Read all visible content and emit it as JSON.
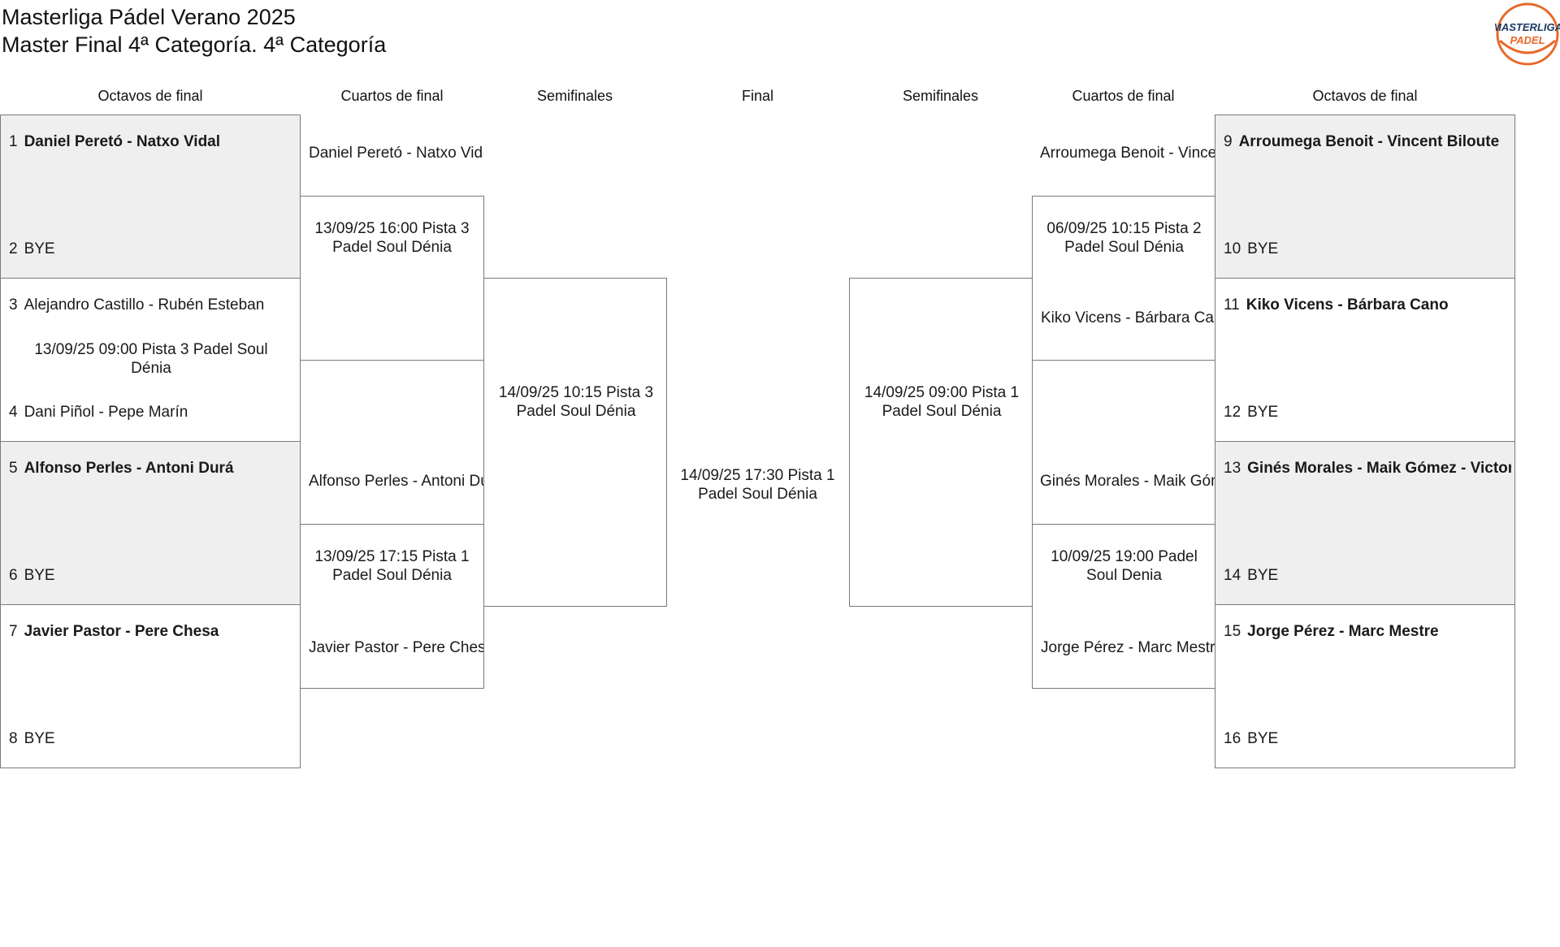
{
  "title": {
    "line1": "Masterliga Pádel Verano 2025",
    "line2": "Master Final 4ª Categoría. 4ª Categoría"
  },
  "logo": {
    "line1": "MASTERLIGA",
    "line2": "PADEL",
    "accent": "#e8692a",
    "primary": "#1d3a63"
  },
  "headers": {
    "left_r16": "Octavos de final",
    "left_qf": "Cuartos de final",
    "left_sf": "Semifinales",
    "final": "Final",
    "right_sf": "Semifinales",
    "right_qf": "Cuartos de final",
    "right_r16": "Octavos de final"
  },
  "colors": {
    "border": "#7a7a7a",
    "shade": "#efefef"
  },
  "left_r16": [
    {
      "top_seed": "1",
      "top_name": "Daniel Peretó - Natxo Vidal",
      "bottom_seed": "2",
      "bottom_name": "BYE",
      "schedule": ""
    },
    {
      "top_seed": "3",
      "top_name": "Alejandro Castillo - Rubén Esteban",
      "bottom_seed": "4",
      "bottom_name": "Dani Piñol - Pepe Marín",
      "schedule": "13/09/25 09:00 Pista 3 Padel Soul Dénia"
    },
    {
      "top_seed": "5",
      "top_name": "Alfonso Perles - Antoni Durá",
      "bottom_seed": "6",
      "bottom_name": "BYE",
      "schedule": ""
    },
    {
      "top_seed": "7",
      "top_name": "Javier Pastor - Pere Chesa",
      "bottom_seed": "8",
      "bottom_name": "BYE",
      "schedule": ""
    }
  ],
  "right_r16": [
    {
      "top_seed": "9",
      "top_name": "Arroumega Benoit - Vincent Biloute",
      "bottom_seed": "10",
      "bottom_name": "BYE",
      "schedule": ""
    },
    {
      "top_seed": "11",
      "top_name": "Kiko Vicens - Bárbara Cano",
      "bottom_seed": "12",
      "bottom_name": "BYE",
      "schedule": ""
    },
    {
      "top_seed": "13",
      "top_name": "Ginés Morales - Maik Gómez - Victor Gil",
      "bottom_seed": "14",
      "bottom_name": "BYE",
      "schedule": ""
    },
    {
      "top_seed": "15",
      "top_name": "Jorge Pérez - Marc Mestre",
      "bottom_seed": "16",
      "bottom_name": "BYE",
      "schedule": ""
    }
  ],
  "left_qf": [
    {
      "top_name": "Daniel Peretó - Natxo Vidal",
      "schedule": "13/09/25 16:00 Pista 3 Padel Soul Dénia",
      "bottom_name": ""
    },
    {
      "top_name": "Alfonso Perles - Antoni Durá",
      "schedule": "13/09/25 17:15 Pista 1 Padel Soul Dénia",
      "bottom_name": "Javier Pastor - Pere Chesa"
    }
  ],
  "right_qf": [
    {
      "top_name": "Arroumega Benoit - Vincent Biloute",
      "schedule": "06/09/25 10:15 Pista 2 Padel Soul Dénia",
      "bottom_name": "Kiko Vicens - Bárbara Cano"
    },
    {
      "top_name": "Ginés Morales - Maik Gómez - Victor Gil",
      "schedule": "10/09/25 19:00 Padel Soul Denia",
      "bottom_name": "Jorge Pérez - Marc Mestre"
    }
  ],
  "left_sf": {
    "schedule": "14/09/25 10:15 Pista 3 Padel Soul Dénia"
  },
  "right_sf": {
    "schedule": "14/09/25 09:00 Pista 1 Padel Soul Dénia"
  },
  "final": {
    "schedule": "14/09/25 17:30 Pista 1 Padel Soul Dénia"
  }
}
